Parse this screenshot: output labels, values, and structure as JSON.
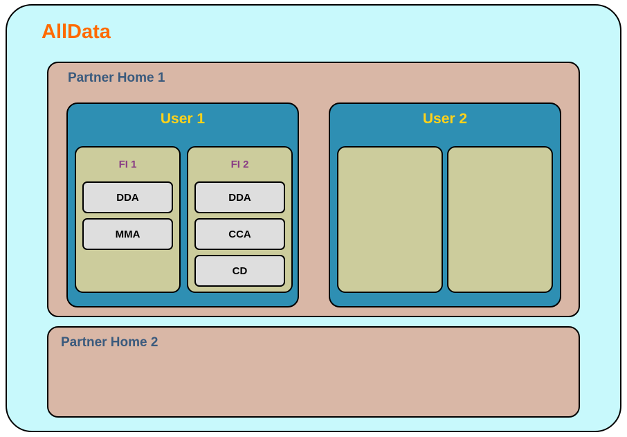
{
  "title": "AllData",
  "partner_homes": [
    {
      "label": "Partner Home 1",
      "users": [
        {
          "label": "User 1",
          "institutions": [
            {
              "label": "FI 1",
              "accounts": [
                "DDA",
                "MMA"
              ]
            },
            {
              "label": "FI 2",
              "accounts": [
                "DDA",
                "CCA",
                "CD"
              ]
            }
          ]
        },
        {
          "label": "User 2",
          "institutions": [
            {
              "label": "",
              "accounts": []
            },
            {
              "label": "",
              "accounts": []
            }
          ]
        }
      ]
    },
    {
      "label": "Partner Home 2",
      "users": []
    }
  ],
  "colors": {
    "alldata_bg": "#c8f9fc",
    "alldata_title": "#ff6a00",
    "partner_home_bg": "#d9b7a6",
    "partner_home_title": "#3a5a7d",
    "user_bg": "#2e8fb3",
    "user_title": "#ffd21a",
    "institution_bg": "#cccc9c",
    "institution_title": "#8a3d85",
    "account_bg": "#dedede"
  }
}
